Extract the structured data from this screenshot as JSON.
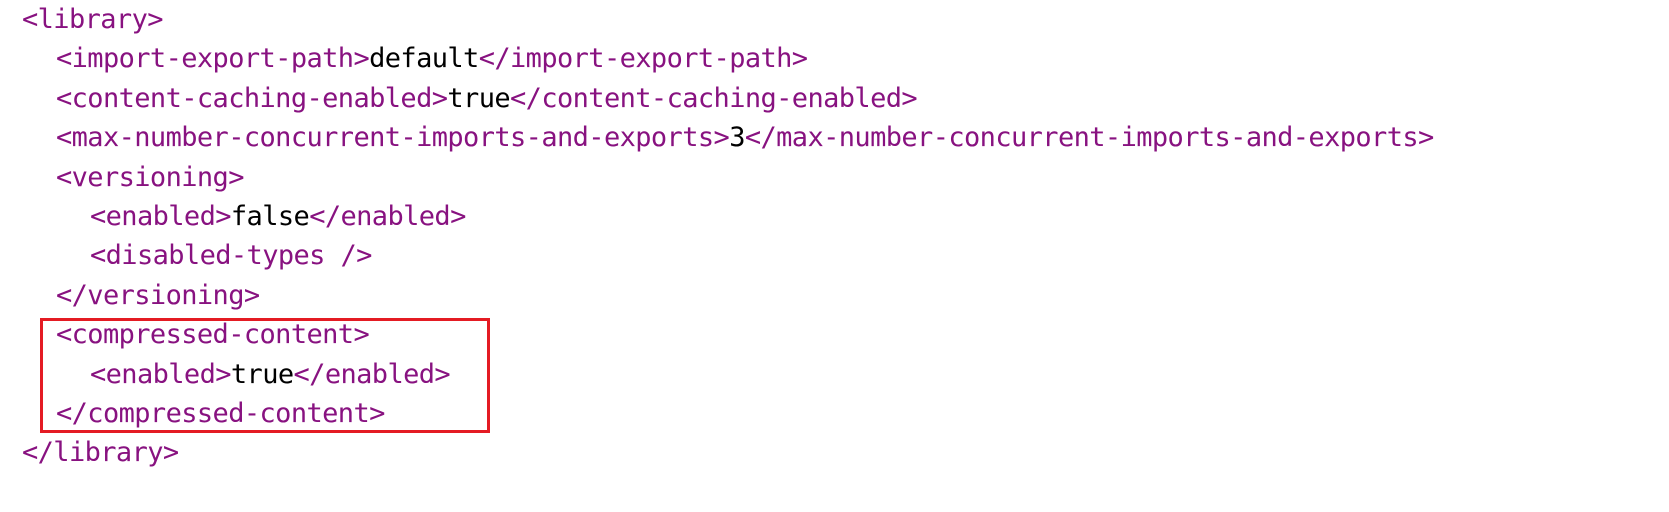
{
  "colors": {
    "tag": "#881280",
    "value": "#000000",
    "highlight": "#e41b23"
  },
  "xml": {
    "library_open": "<library>",
    "import_export_path_open": "<import-export-path>",
    "import_export_path_value": "default",
    "import_export_path_close": "</import-export-path>",
    "content_caching_open": "<content-caching-enabled>",
    "content_caching_value": "true",
    "content_caching_close": "</content-caching-enabled>",
    "max_concurrent_open": "<max-number-concurrent-imports-and-exports>",
    "max_concurrent_value": "3",
    "max_concurrent_close": "</max-number-concurrent-imports-and-exports>",
    "versioning_open": "<versioning>",
    "versioning_enabled_open": "<enabled>",
    "versioning_enabled_value": "false",
    "versioning_enabled_close": "</enabled>",
    "disabled_types": "<disabled-types />",
    "versioning_close": "</versioning>",
    "compressed_open": "<compressed-content>",
    "compressed_enabled_open": "<enabled>",
    "compressed_enabled_value": "true",
    "compressed_enabled_close": "</enabled>",
    "compressed_close": "</compressed-content>",
    "library_close": "</library>"
  }
}
